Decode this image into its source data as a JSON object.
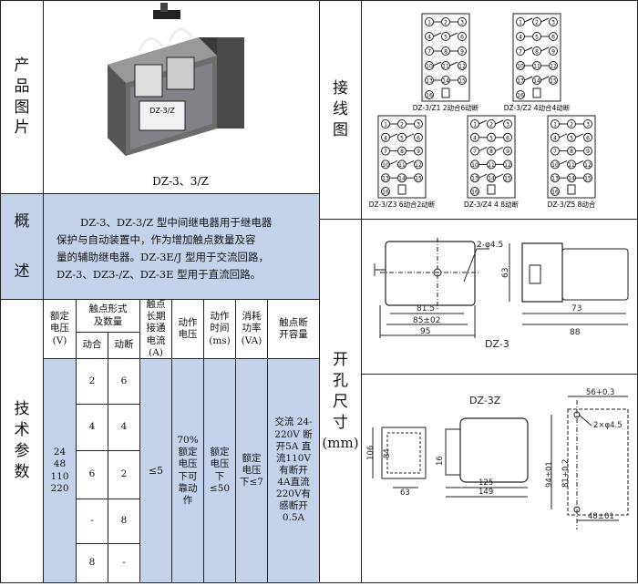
{
  "left": {
    "product_image": {
      "label_chars": [
        "产",
        "品",
        "图",
        "片"
      ],
      "device_label": "DZ-3/Z",
      "caption": "DZ-3、3/Z"
    },
    "overview": {
      "label_chars": [
        "概",
        "述"
      ],
      "lines": [
        "DZ-3、DZ-3/Z 型中间继电器用于继电器",
        "保护与自动装置中，作为增加触点数量及容",
        "量的辅助继电器。DZ-3E/J 型用于交流回路，",
        "DZ-3、DZ3-/Z、DZ-3E 型用于直流回路。"
      ]
    },
    "tech": {
      "label_chars": [
        "技",
        "术",
        "参",
        "数"
      ],
      "headers": {
        "rated_voltage": "额定电压(V)",
        "contact_form": "触点形式及数量",
        "make": "动合",
        "break": "动断",
        "long_term_current": "触点长期接通电流(A)",
        "operate_voltage": "动作电压",
        "operate_time": "动作时间(ms)",
        "power": "消耗功率(VA)",
        "breaking_capacity": "触点断开容量"
      },
      "voltages": [
        "24",
        "48",
        "110",
        "220"
      ],
      "contact_rows": [
        {
          "make": "2",
          "break": "6"
        },
        {
          "make": "4",
          "break": "4"
        },
        {
          "make": "6",
          "break": "2"
        },
        {
          "make": "-",
          "break": "8"
        },
        {
          "make": "8",
          "break": "-"
        }
      ],
      "current": "≤5",
      "operate_voltage": "70%额定电压下可靠动作",
      "operate_time": "额定电压下≤50",
      "power": "额定电压下≤7",
      "breaking_capacity": "交流 24-220V 断开5A 直流110V 有断开 4A直流 220V有感断开0.5A"
    }
  },
  "right": {
    "wiring": {
      "label_chars": [
        "接",
        "线",
        "图"
      ],
      "diagrams": [
        {
          "caption": "DZ-3/Z1  2动合6动断"
        },
        {
          "caption": "DZ-3/Z2  4动合4动断"
        },
        {
          "caption": "DZ-3/Z3  6动合2动断"
        },
        {
          "caption": "DZ-3/Z4  4  8动断"
        },
        {
          "caption": "DZ-3/Z5  8动合"
        }
      ],
      "terminal_numbers": [
        "1",
        "2",
        "3",
        "4",
        "5",
        "6",
        "7",
        "8",
        "9",
        "10",
        "11",
        "12",
        "13",
        "14",
        "15",
        "16"
      ]
    },
    "dimensions": {
      "label_chars": [
        "开",
        "孔",
        "尺",
        "寸"
      ],
      "unit": "(mm)",
      "dz3": {
        "title": "DZ-3",
        "hole": "2-φ4.5",
        "dims": {
          "d81_5": "81.5",
          "d85": "85±02",
          "d95": "95",
          "d63": "63",
          "d73": "73",
          "d88": "88"
        }
      },
      "dz3z": {
        "title": "DZ-3Z",
        "hole": "2×φ4.5",
        "dims": {
          "d56": "56+0.3",
          "d106": "106",
          "d84": "84",
          "d63": "63",
          "d16": "16",
          "d125": "125",
          "d149": "149",
          "d94": "94±01",
          "d81": "81+0.2",
          "d48": "48±01"
        }
      }
    }
  }
}
